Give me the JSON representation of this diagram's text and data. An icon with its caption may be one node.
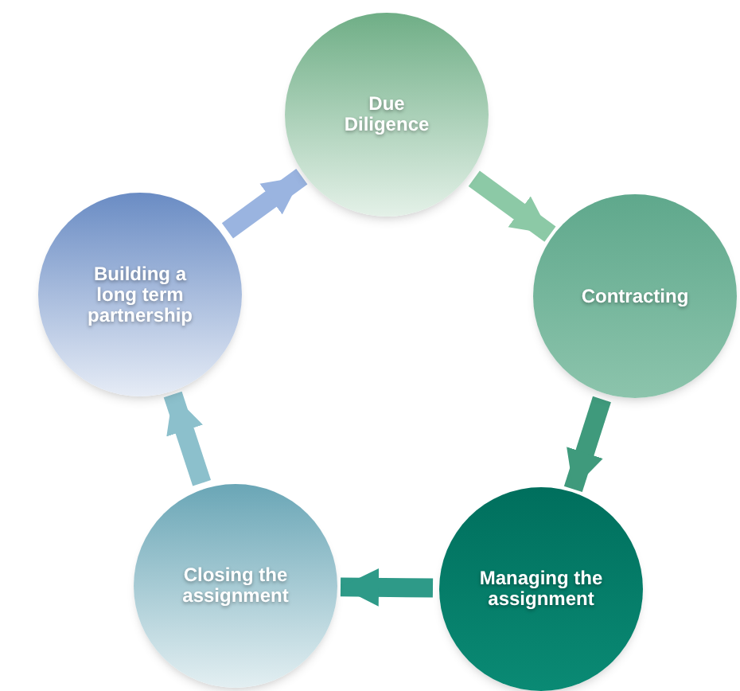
{
  "diagram": {
    "nodes": [
      {
        "text": [
          "Due Diligence"
        ]
      },
      {
        "text": [
          "Contracting"
        ]
      },
      {
        "text": [
          "Managing the assignment"
        ]
      },
      {
        "text": [
          "Closing the assignment"
        ]
      },
      {
        "text": [
          "Building a long term partnership"
        ]
      }
    ],
    "edges": [
      {
        "from": 0,
        "to": 1,
        "arrow": "to",
        "color": "#8cc9a6"
      },
      {
        "from": 1,
        "to": 2,
        "arrow": "to",
        "color": "#3f9a7c"
      },
      {
        "from": 2,
        "to": 3,
        "arrow": "to",
        "color": "#2e9a88"
      },
      {
        "from": 3,
        "to": 4,
        "arrow": "to",
        "color": "#8cc0cc"
      },
      {
        "from": 4,
        "to": 0,
        "arrow": "to",
        "color": "#9ab4e0"
      }
    ]
  }
}
